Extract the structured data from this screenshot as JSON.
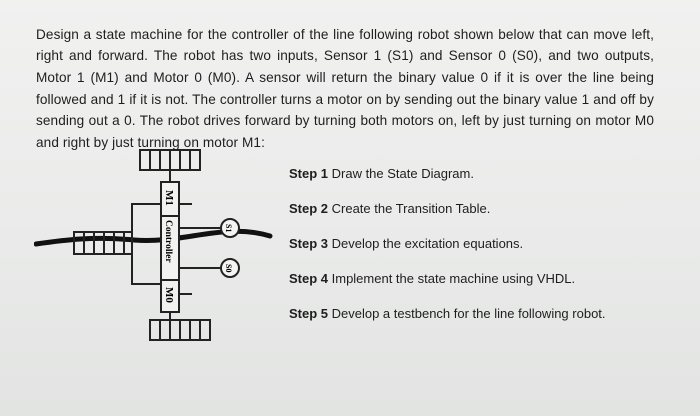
{
  "problem": {
    "text": "Design a state machine for the controller of the line following robot shown below that can move left, right and forward. The robot has two inputs, Sensor 1 (S1) and Sensor 0 (S0), and two outputs, Motor 1 (M1) and Motor 0 (M0). A sensor will return the binary value 0 if it is over the line being followed and 1 if it is not. The controller turns a motor on by sending out the binary value 1 and off by sending out a 0. The robot drives forward by turning both motors on, left by just turning on motor M0 and right by just turning on motor M1:"
  },
  "diagram": {
    "m1_label": "M1",
    "controller_label": "Controller",
    "m0_label": "M0",
    "s1_label": "S1",
    "s0_label": "S0"
  },
  "steps": [
    {
      "label": "Step 1",
      "text": " Draw the State Diagram."
    },
    {
      "label": "Step 2",
      "text": " Create the Transition Table."
    },
    {
      "label": "Step 3",
      "text": " Develop the excitation equations."
    },
    {
      "label": "Step 4",
      "text": " Implement the state machine using VHDL."
    },
    {
      "label": "Step 5",
      "text": " Develop a testbench for the line following robot."
    }
  ]
}
